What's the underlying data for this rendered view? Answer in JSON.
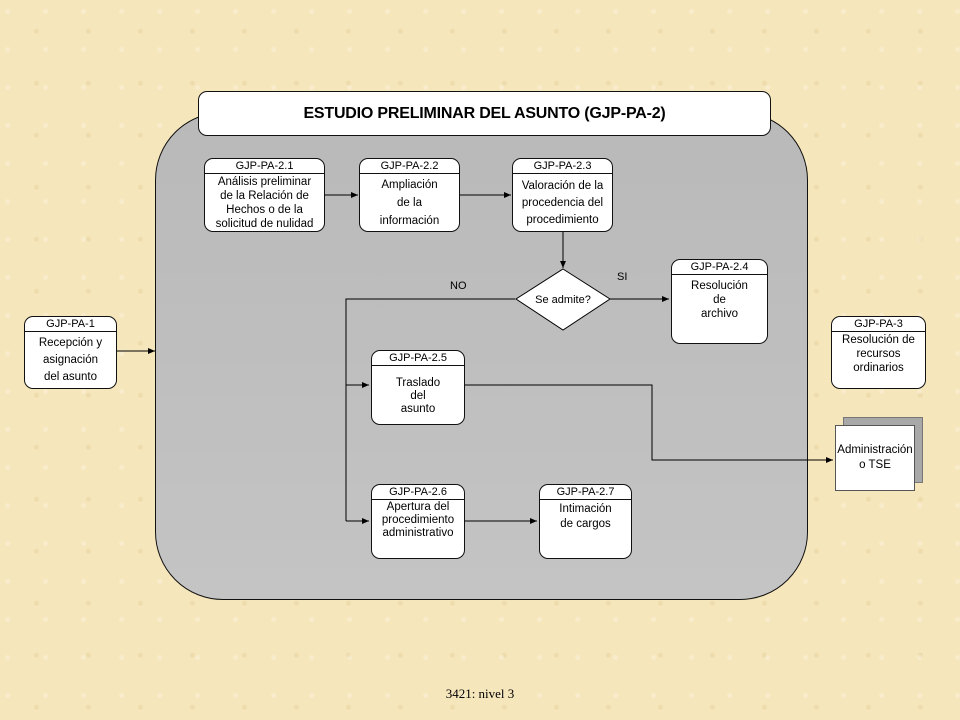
{
  "title": "ESTUDIO PRELIMINAR DEL ASUNTO (GJP-PA-2)",
  "nodes": {
    "pa1": {
      "code": "GJP-PA-1",
      "lines": [
        "Recepción y",
        "asignación",
        "del asunto"
      ]
    },
    "pa21": {
      "code": "GJP-PA-2.1",
      "lines": [
        "Análisis preliminar",
        "de la Relación de",
        "Hechos o de la",
        "solicitud de nulidad"
      ]
    },
    "pa22": {
      "code": "GJP-PA-2.2",
      "lines": [
        "Ampliación",
        "de la",
        "información"
      ]
    },
    "pa23": {
      "code": "GJP-PA-2.3",
      "lines": [
        "Valoración de la",
        "procedencia del",
        "procedimiento"
      ]
    },
    "pa24": {
      "code": "GJP-PA-2.4",
      "lines": [
        "Resolución",
        "de",
        "archivo"
      ]
    },
    "pa25": {
      "code": "GJP-PA-2.5",
      "lines": [
        "Traslado",
        "del",
        "asunto"
      ]
    },
    "pa26": {
      "code": "GJP-PA-2.6",
      "lines": [
        "Apertura del",
        "procedimiento",
        "administrativo"
      ]
    },
    "pa27": {
      "code": "GJP-PA-2.7",
      "lines": [
        "Intimación",
        "de cargos"
      ]
    },
    "pa3": {
      "code": "GJP-PA-3",
      "lines": [
        "Resolución de",
        "recursos",
        "ordinarios"
      ]
    }
  },
  "decision": "Se admite?",
  "labels": {
    "yes": "SI",
    "no": "NO"
  },
  "admin": {
    "lines": [
      "Administración",
      "o TSE"
    ]
  },
  "footer": "3421: nivel 3",
  "colors": {
    "background": "#f6e6bb",
    "panel": "#bdbdbd",
    "box": "#ffffff",
    "line": "#000000"
  }
}
